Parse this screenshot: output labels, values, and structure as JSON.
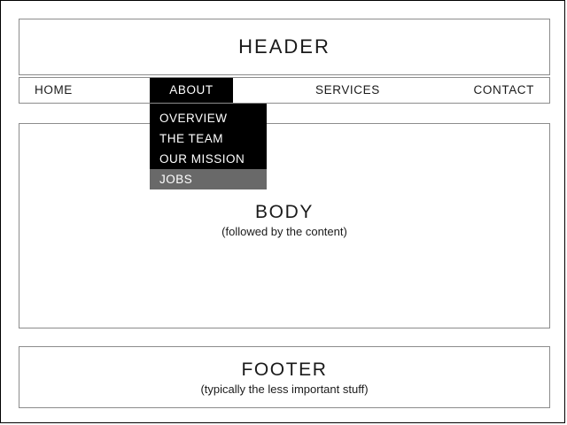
{
  "header": {
    "title": "HEADER"
  },
  "nav": {
    "items": [
      {
        "id": "home",
        "label": "HOME",
        "active": false
      },
      {
        "id": "about",
        "label": "ABOUT",
        "active": true
      },
      {
        "id": "services",
        "label": "SERVICES",
        "active": false
      },
      {
        "id": "contact",
        "label": "CONTACT",
        "active": false
      }
    ],
    "active_background": "#000000",
    "active_text_color": "#ffffff"
  },
  "dropdown": {
    "parent": "ABOUT",
    "background": "#000000",
    "text_color": "#ffffff",
    "highlight_background": "#696969",
    "items": [
      {
        "label": "OVERVIEW",
        "highlighted": false
      },
      {
        "label": "THE TEAM",
        "highlighted": false
      },
      {
        "label": "OUR MISSION",
        "highlighted": false
      },
      {
        "label": "JOBS",
        "highlighted": true
      }
    ]
  },
  "body": {
    "title": "BODY",
    "subtitle": "(followed by the content)"
  },
  "footer": {
    "title": "FOOTER",
    "subtitle": "(typically the less important stuff)"
  },
  "style": {
    "box_border_color": "#8c8c8c",
    "frame_border_color": "#000000",
    "page_background": "#ffffff",
    "text_color": "#1a1a1a"
  }
}
